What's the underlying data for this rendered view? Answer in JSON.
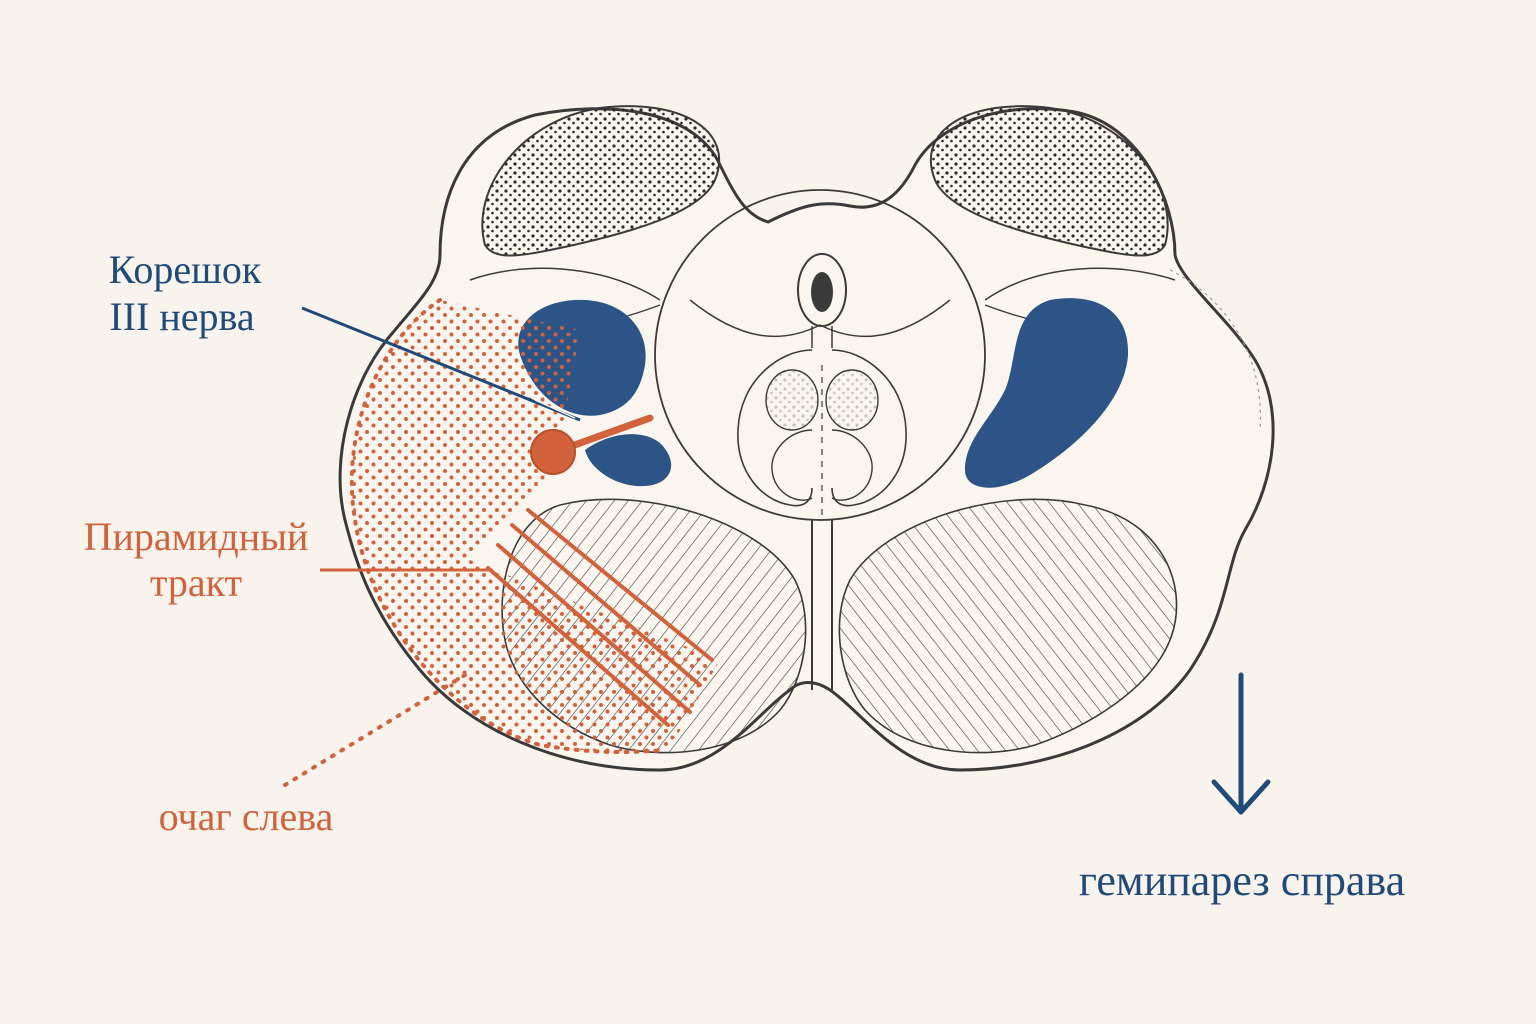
{
  "labels": {
    "nerve_root_line1": "Корешок",
    "nerve_root_line2": "III нерва",
    "pyramidal_line1": "Пирамидный",
    "pyramidal_line2": "тракт",
    "lesion": "очаг слева",
    "result": "гемипарез справа"
  },
  "colors": {
    "background": "#f8f3ec",
    "outline": "#3a3a3a",
    "nucleus_blue": "#2d5487",
    "label_blue": "#1f4a7a",
    "lesion_orange": "#d2623b"
  }
}
